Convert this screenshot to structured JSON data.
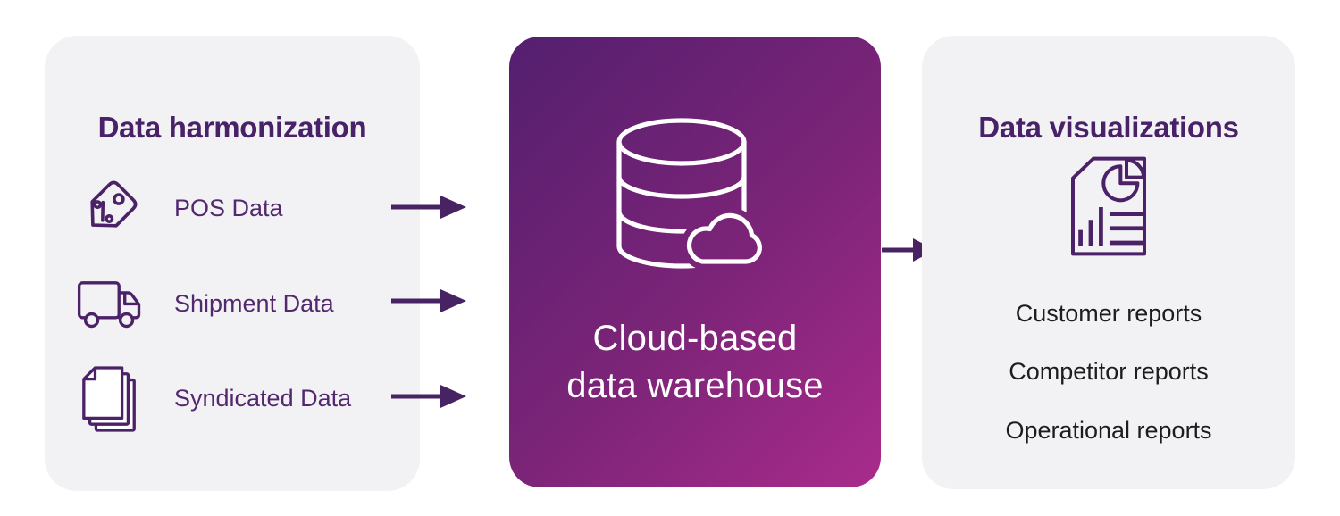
{
  "left_panel": {
    "title": "Data harmonization",
    "items": [
      {
        "label": "POS Data",
        "icon": "price-tag-percent-icon"
      },
      {
        "label": "Shipment Data",
        "icon": "delivery-truck-icon"
      },
      {
        "label": "Syndicated Data",
        "icon": "documents-stack-icon"
      }
    ]
  },
  "center_node": {
    "label_line1": "Cloud-based",
    "label_line2": "data warehouse",
    "icon": "database-cloud-icon"
  },
  "right_panel": {
    "title": "Data visualizations",
    "icon": "report-chart-icon",
    "items": [
      {
        "label": "Customer reports"
      },
      {
        "label": "Competitor reports"
      },
      {
        "label": "Operational reports"
      }
    ]
  },
  "colors": {
    "page_background": "#ffffff",
    "panel_background": "#f2f2f4",
    "title_purple": "#482168",
    "item_purple": "#53286f",
    "icon_stroke_purple": "#4b2167",
    "arrow_purple": "#472364",
    "gradient_start": "#541f6f",
    "gradient_end": "#a92b8b",
    "center_text": "#ffffff",
    "report_text": "#1d1d1f"
  }
}
